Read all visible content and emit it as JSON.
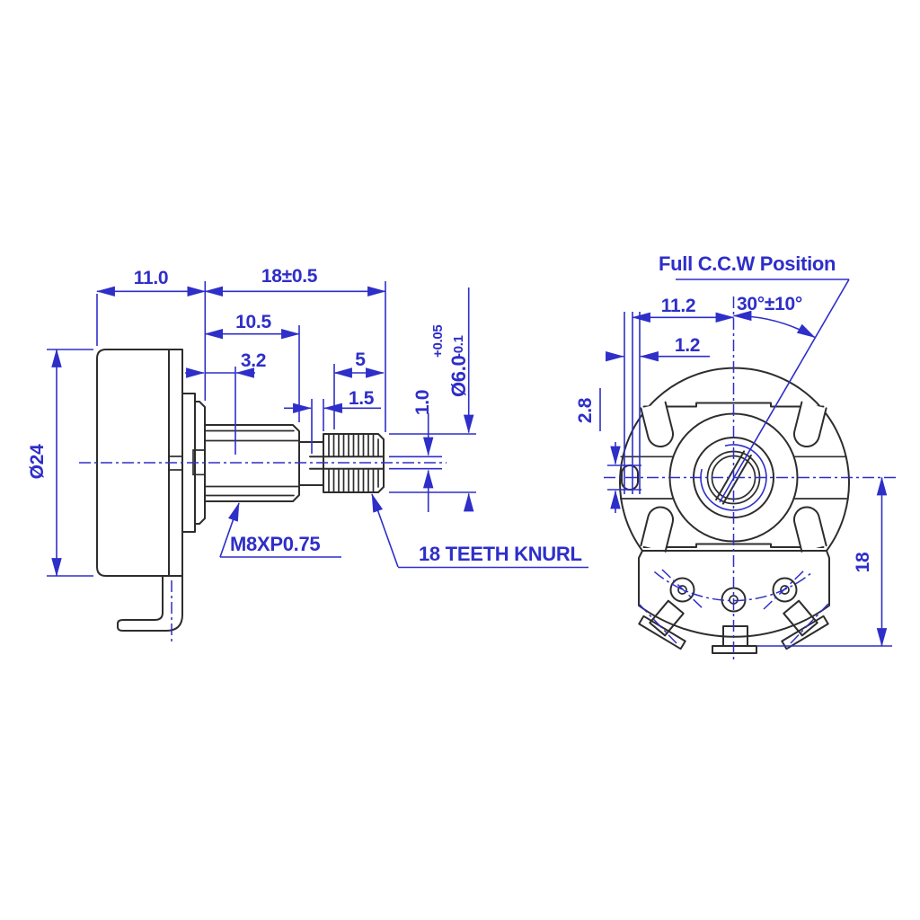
{
  "side_view": {
    "dim_body_depth": "11.0",
    "dim_shaft_length": "18±0.5",
    "dim_thread_length": "10.5",
    "dim_boss_length": "3.2",
    "dim_knurl_length": "5",
    "dim_slot_inset": "1.5",
    "dim_slot_width": "1.0",
    "dim_shaft_diameter": "Ø6.0",
    "dim_shaft_tol_plus": "+0.05",
    "dim_shaft_tol_minus": "-0.1",
    "dim_body_diameter": "Ø24",
    "label_thread_spec": "M8XP0.75",
    "label_knurl_note": "18 TEETH KNURL"
  },
  "front_view": {
    "title": "Full C.C.W Position",
    "dim_rotation_angle": "30°±10°",
    "dim_hole_to_center": "11.2",
    "dim_hole_offset": "1.2",
    "dim_hole_height": "2.8",
    "dim_terminal_depth": "18"
  },
  "colors": {
    "annotation_blue": "#2e2ec9",
    "drawing_black": "#2d2d2d",
    "background": "#ffffff"
  }
}
